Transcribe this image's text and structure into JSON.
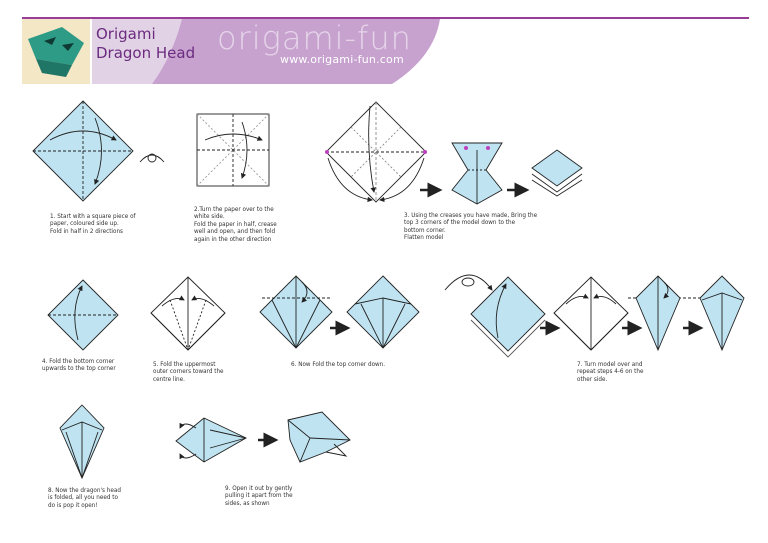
{
  "header": {
    "title_line1": "Origami",
    "title_line2": "Dragon Head",
    "brand": "origami-fun",
    "url": "www.origami-fun.com",
    "accent_color": "#9a3d96"
  },
  "steps": [
    {
      "id": 1,
      "text": "1. Start with a square piece of\npaper, coloured side up.\nFold in half in 2 directions"
    },
    {
      "id": 2,
      "text": "2.Turn the paper over to the\nwhite side.\nFold the paper in half, crease\nwell  and open,  and then fold\nagain in the other direction"
    },
    {
      "id": 3,
      "text": "3.  Using the creases you have made, Bring the\ntop 3 corners of the model down to the\nbottom corner.\nFlatten model"
    },
    {
      "id": 4,
      "text": "4. Fold the bottom corner\nupwards to the top corner"
    },
    {
      "id": 5,
      "text": "5. Fold the uppermost\nouter corners toward the\ncentre line."
    },
    {
      "id": 6,
      "text": "6. Now Fold the top corner down."
    },
    {
      "id": 7,
      "text": "7. Turn model over and\nrepeat steps 4-6 on the\nother side."
    },
    {
      "id": 8,
      "text": "8. Now the dragon's head\nis folded, all you need to\ndo is pop it open!"
    },
    {
      "id": 9,
      "text": "9. Open it out by gently\npulling it apart from the\nsides, as shown"
    }
  ],
  "colors": {
    "paper_blue": "#bfe3f1",
    "line": "#222222",
    "marker": "#c040c0"
  }
}
